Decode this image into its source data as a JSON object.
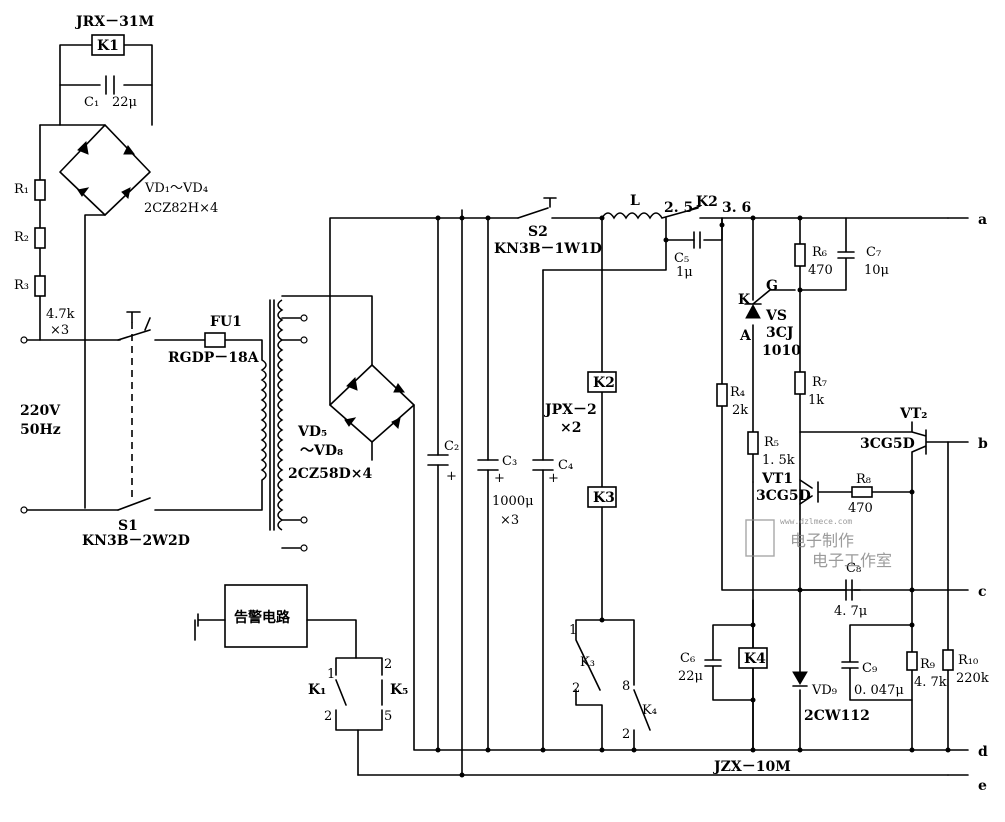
{
  "relay_k1": {
    "model": "JRX－31M",
    "coil": "K1"
  },
  "c1": {
    "name": "C₁",
    "value": "22μ"
  },
  "bridge1": {
    "name": "VD₁～VD₄",
    "model": "2CZ82H×4"
  },
  "resistors_in": {
    "r1": "R₁",
    "r2": "R₂",
    "r3": "R₃",
    "value": "4.7k",
    "count": "×3"
  },
  "mains": {
    "voltage": "220V",
    "freq": "50Hz"
  },
  "fuse": {
    "name": "FU1",
    "model": "RGDP－18A"
  },
  "switch_s1": {
    "name": "S1",
    "model": "KN3B－2W2D"
  },
  "bridge2": {
    "name": "VD₅",
    "range": "～VD₈",
    "model": "2CZ58D×4"
  },
  "caps_main": {
    "c2": "C₂",
    "c3": "C₃",
    "c4": "C₄",
    "value": "1000μ",
    "count": "×3",
    "plus": "+"
  },
  "switch_s2": {
    "name": "S2",
    "model": "KN3B－1W1D"
  },
  "inductor": {
    "name": "L"
  },
  "k2_contacts": {
    "left": "2. 5",
    "name": "K2",
    "right": "3. 6"
  },
  "c5": {
    "name": "C₅",
    "value": "1μ"
  },
  "relays_jpx": {
    "k2": "K2",
    "k3": "K3",
    "model": "JPX－2",
    "count": "×2"
  },
  "k3_contacts": {
    "pin1": "1",
    "name": "K₃",
    "pin2": "2"
  },
  "k4_contacts": {
    "pin8": "8",
    "name": "K₄",
    "pin2": "2"
  },
  "alarm": {
    "label": "告警电路"
  },
  "alarm_contacts": {
    "k1": "K₁",
    "k5": "K₅",
    "p1": "1",
    "p2": "2",
    "p2b": "2",
    "p5": "5"
  },
  "r4": {
    "name": "R₄",
    "value": "2k"
  },
  "scr": {
    "k": "K",
    "a": "A",
    "g": "G",
    "name": "VS",
    "model": "3CJ",
    "rating": "1010"
  },
  "r5": {
    "name": "R₅",
    "value": "1. 5k"
  },
  "r6": {
    "name": "R₆",
    "value": "470"
  },
  "c7": {
    "name": "C₇",
    "value": "10μ"
  },
  "r7": {
    "name": "R₇",
    "value": "1k"
  },
  "vt1": {
    "name": "VT1",
    "model": "3CG5D"
  },
  "vt2": {
    "name": "VT₂",
    "model": "3CG5D"
  },
  "r8": {
    "name": "R₈",
    "value": "470"
  },
  "c8": {
    "name": "C₈",
    "value": "4. 7μ"
  },
  "c6": {
    "name": "C₆",
    "value": "22μ"
  },
  "k4_relay": {
    "coil": "K4",
    "model": "JZX－10M"
  },
  "vd9": {
    "name": "VD₉",
    "model": "2CW112"
  },
  "c9": {
    "name": "C₉",
    "value": "0. 047μ"
  },
  "r9": {
    "name": "R₉",
    "value": "4. 7k"
  },
  "r10": {
    "name": "R₁₀",
    "value": "220k"
  },
  "terminals": {
    "a": "a",
    "b": "b",
    "c": "c",
    "d": "d",
    "e": "e"
  },
  "watermark": {
    "url": "www.dzlmece.com",
    "text1": "电子制作",
    "text2": "电子工作室"
  }
}
